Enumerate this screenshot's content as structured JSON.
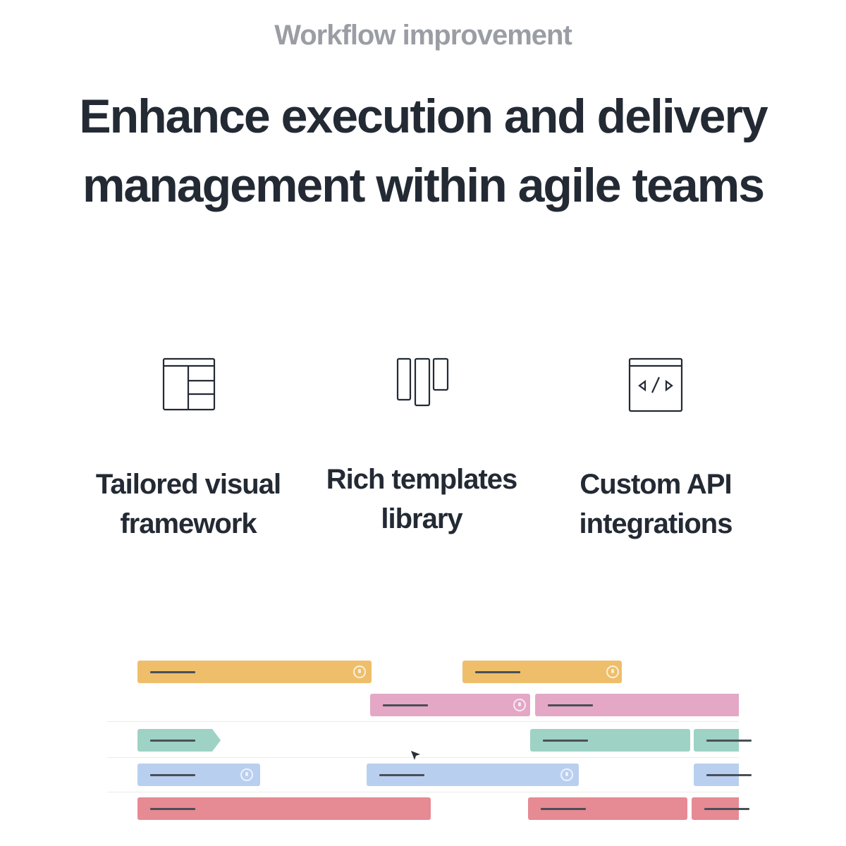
{
  "header": {
    "eyebrow": "Workflow improvement",
    "headline": "Enhance execution and delivery management within agile teams"
  },
  "features": [
    {
      "label": "Tailored visual framework",
      "icon": "layout-panels-icon"
    },
    {
      "label": "Rich templates library",
      "icon": "kanban-columns-icon"
    },
    {
      "label": "Custom API integrations",
      "icon": "code-window-icon"
    }
  ],
  "timeline": {
    "colors": {
      "yellow": "#eebe6a",
      "pink": "#e4a7c6",
      "teal": "#9ed2c4",
      "blue": "#b9cff0",
      "red": "#e68a93"
    }
  }
}
